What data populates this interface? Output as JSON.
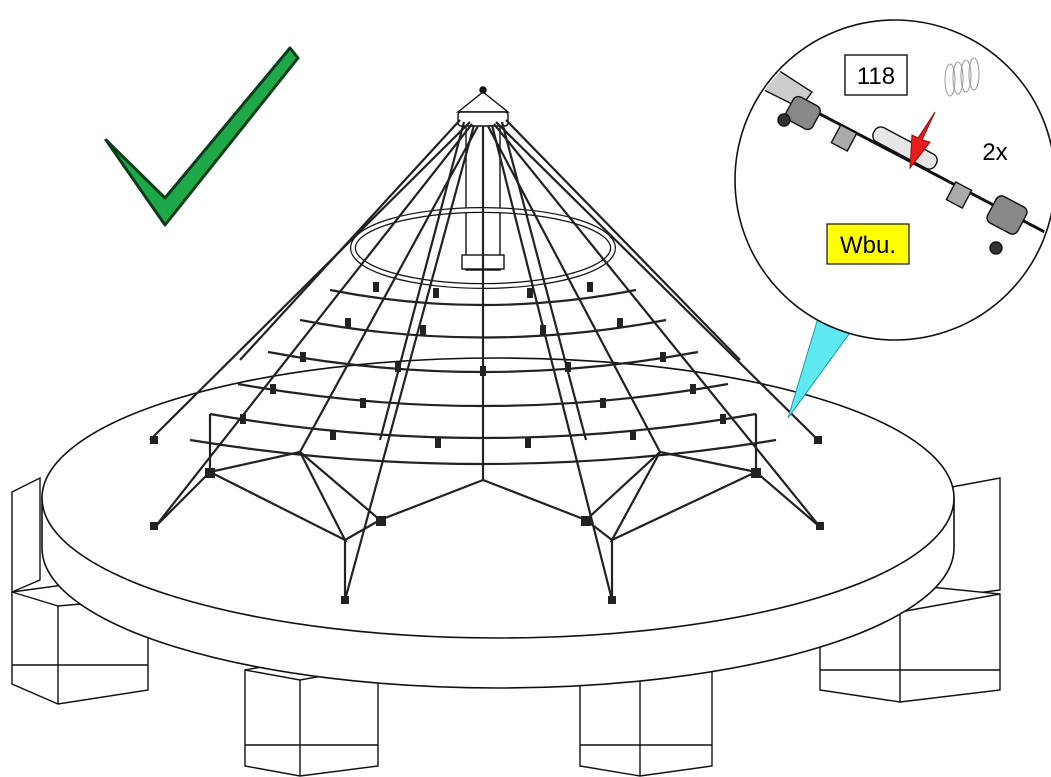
{
  "callout": {
    "part_number": "118",
    "quantity": "2x",
    "note": "Wbu."
  },
  "colors": {
    "check_fill": "#1fa84a",
    "callout_beam": "#5fe8f2",
    "highlight_box": "#ffff00",
    "arrow": "#e81c1c"
  },
  "icons": [
    "checkmark-icon",
    "red-arrow-icon"
  ]
}
